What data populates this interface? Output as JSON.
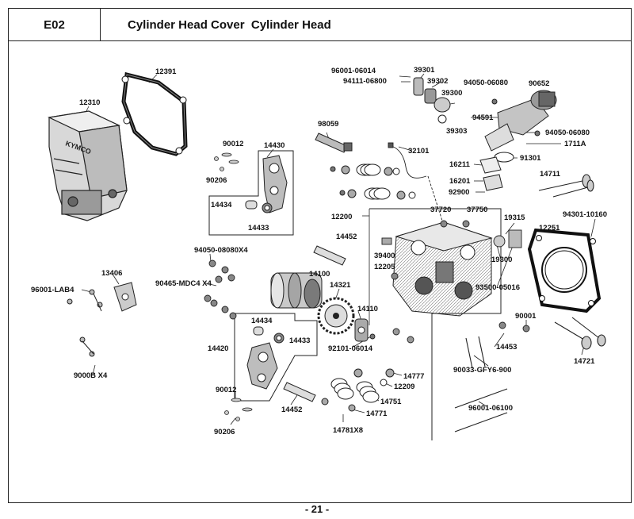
{
  "header": {
    "section_code": "E02",
    "title": "Cylinder Head Cover  Cylinder Head"
  },
  "footer": {
    "page_number": "- 21 -"
  },
  "brand": {
    "cover_logo": "KYMCO"
  },
  "parts": {
    "p12391": "12391",
    "p12310": "12310",
    "p90012_a": "90012",
    "p14430": "14430",
    "p90206_a": "90206",
    "p14434_a": "14434",
    "p14433_a": "14433",
    "p96001_06014": "96001-06014",
    "p94111_06800": "94111-06800",
    "p39301": "39301",
    "p39302": "39302",
    "p39300": "39300",
    "p39303": "39303",
    "p94050_06080_a": "94050-06080",
    "p90652": "90652",
    "p94591": "94591",
    "p94050_06080_b": "94050-06080",
    "p1711A": "1711A",
    "p91301": "91301",
    "p98059": "98059",
    "p32101": "32101",
    "p16211": "16211",
    "p16201": "16201",
    "p92900": "92900",
    "p14711": "14711",
    "p37720": "37720",
    "p37750": "37750",
    "p19315": "19315",
    "p94301_10160": "94301-10160",
    "p12200": "12200",
    "p12251": "12251",
    "p14452_a": "14452",
    "p94050_08080X4": "94050-08080X4",
    "p39400": "39400",
    "p12205": "12205",
    "p19300": "19300",
    "p13406": "13406",
    "p96001_LAB4": "96001-LAB4",
    "p90465_MDC4X4": "90465-MDC4 X4",
    "p14100": "14100",
    "p14321": "14321",
    "p93500_05016": "93500-05016",
    "p9000BX4": "9000B X4",
    "p14434_b": "14434",
    "p14433_b": "14433",
    "p14110": "14110",
    "p92101_06014": "92101-06014",
    "p90001": "90001",
    "p14453": "14453",
    "p14420": "14420",
    "p90033_GFY6_900": "90033-GFY6-900",
    "p14721": "14721",
    "p14777": "14777",
    "p12209": "12209",
    "p90012_b": "90012",
    "p14751": "14751",
    "p14452_b": "14452",
    "p14771": "14771",
    "p96001_06100": "96001-06100",
    "p90206_b": "90206",
    "p14781X8": "14781X8"
  }
}
